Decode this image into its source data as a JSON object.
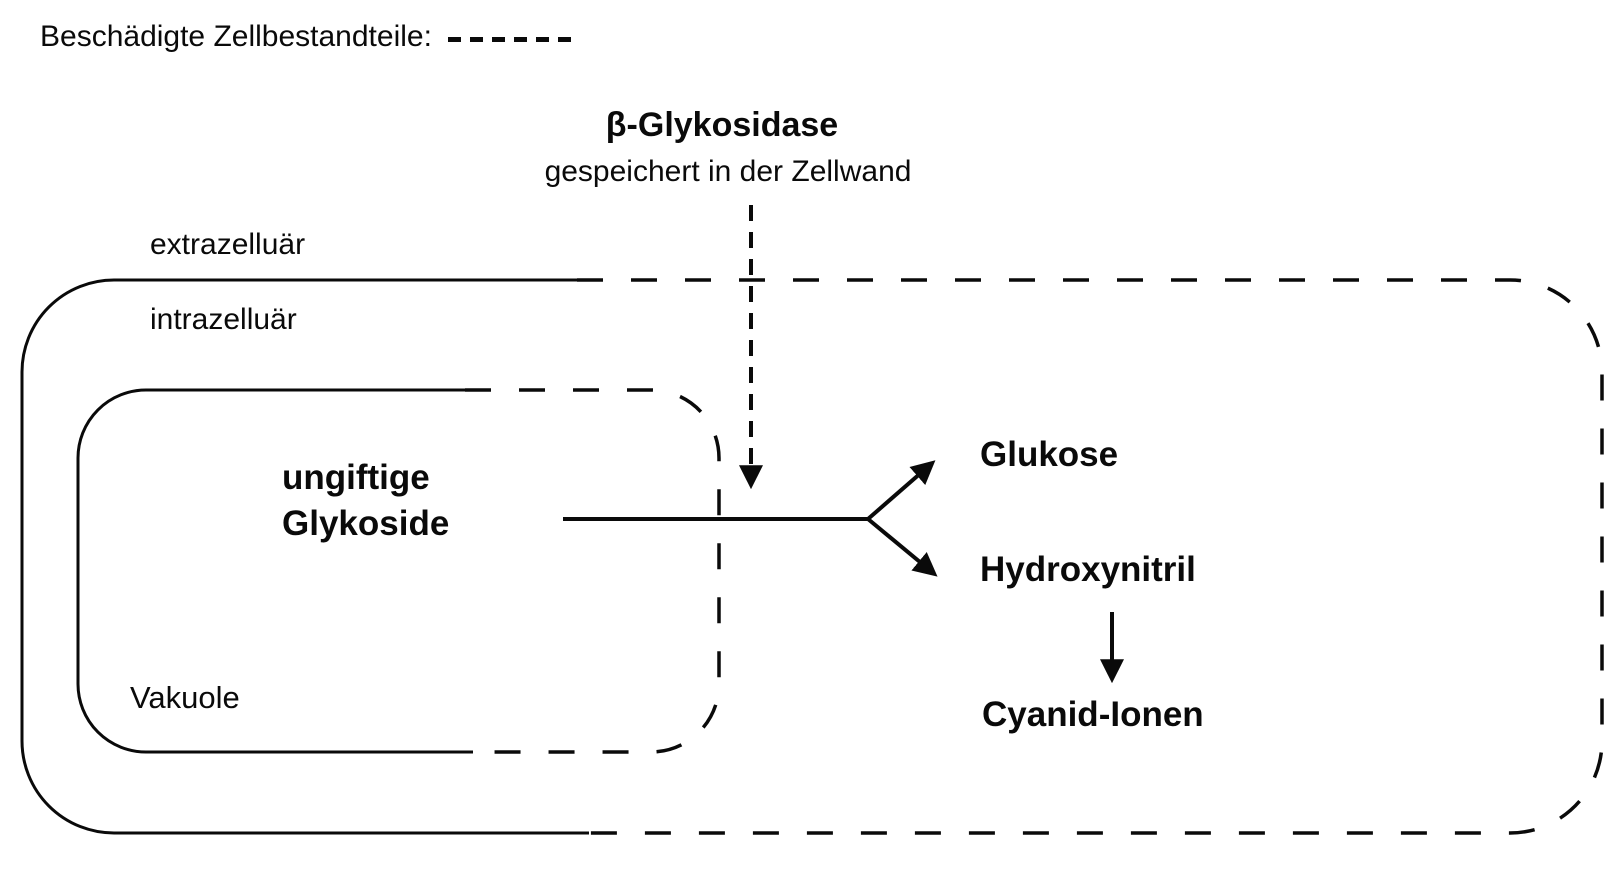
{
  "legend": {
    "label": "Beschädigte Zellbestandteile:"
  },
  "enzyme": {
    "name": "β-Glykosidase",
    "location": "gespeichert in der Zellwand"
  },
  "cell": {
    "outside_label": "extrazelluär",
    "inside_label": "intrazelluär"
  },
  "vacuole": {
    "label": "Vakuole"
  },
  "substrate": {
    "line1": "ungiftige",
    "line2": "Glykoside"
  },
  "products": {
    "glucose": "Glukose",
    "hydroxynitrile": "Hydroxynitril",
    "cyanide": "Cyanid-Ionen"
  },
  "colors": {
    "ink": "#0a0a0a",
    "background": "#ffffff"
  }
}
